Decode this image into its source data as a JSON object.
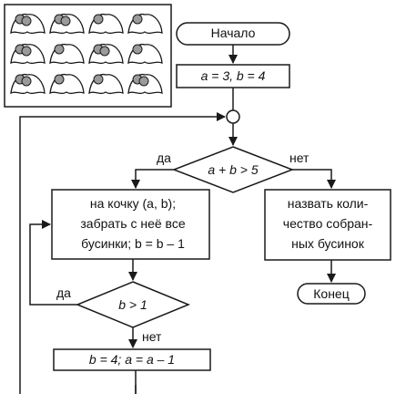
{
  "flowchart": {
    "start": "Начало",
    "init": "a = 3, b = 4",
    "decision_main": "a + b > 5",
    "yes_main": "да",
    "no_main": "нет",
    "process_lines": [
      "на кочку (a, b);",
      "забрать с неё все",
      "бусинки; b = b – 1"
    ],
    "decision_inner": "b > 1",
    "yes_inner": "да",
    "no_inner": "нет",
    "update": "b = 4; a = a – 1",
    "output_lines": [
      "назвать коли-",
      "чество собран-",
      "ных бусинок"
    ],
    "end": "Конец"
  },
  "colors": {
    "line": "#1a1a1a",
    "bead_fill": "#9a9a9a",
    "background": "#ffffff"
  },
  "grid": {
    "rows": 3,
    "cols": 4
  }
}
